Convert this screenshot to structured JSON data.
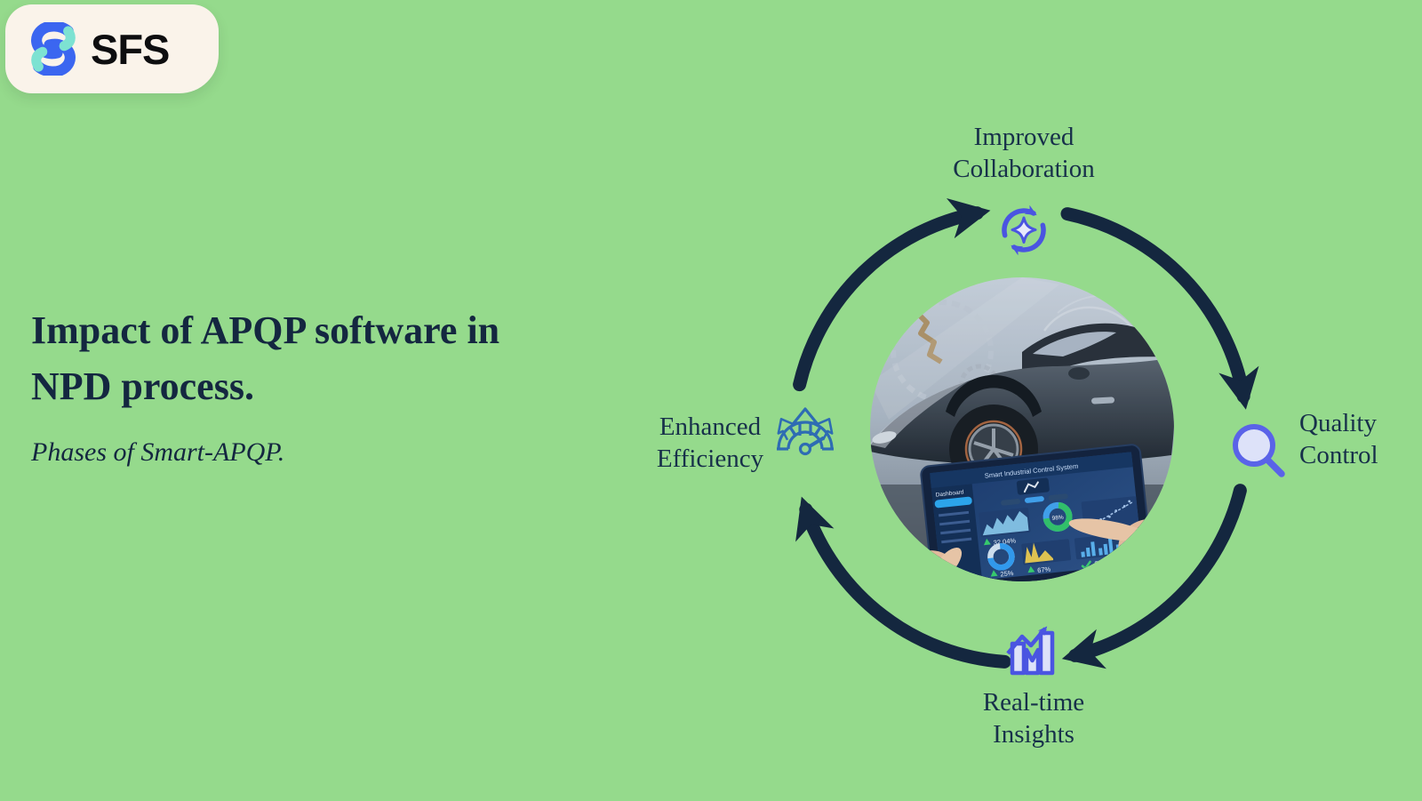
{
  "logo": {
    "text": "SFS"
  },
  "headline": {
    "title_lines": [
      "Impact of APQP software in",
      "NPD process."
    ],
    "subtitle": "Phases of Smart-APQP."
  },
  "cycle": {
    "direction": "clockwise",
    "nodes": [
      {
        "id": "improved-collaboration",
        "label_lines": [
          "Improved",
          "Collaboration"
        ],
        "icon": "sync-sparkle-icon"
      },
      {
        "id": "quality-control",
        "label_lines": [
          "Quality",
          "Control"
        ],
        "icon": "magnifying-glass-icon"
      },
      {
        "id": "real-time-insights",
        "label_lines": [
          "Real-time",
          "Insights"
        ],
        "icon": "bar-chart-trend-icon"
      },
      {
        "id": "enhanced-efficiency",
        "label_lines": [
          "Enhanced",
          "Efficiency"
        ],
        "icon": "gauge-growth-icon"
      }
    ]
  },
  "center_image": {
    "tablet_screen": {
      "header": "Smart Industrial Control System",
      "sidebar_title": "Dashboard",
      "stats": [
        {
          "id": "area-trend-stat",
          "value": "32.04%"
        },
        {
          "id": "quality-donut-stat",
          "value": "98%"
        },
        {
          "id": "blue-donut-stat",
          "value": "25%"
        },
        {
          "id": "yellow-bars-stat",
          "value": "67%"
        }
      ]
    }
  },
  "colors": {
    "background": "#95da8c",
    "navy": "#14273f",
    "indigo_icon": "#4a55e1",
    "icon_fill": "#dde2f9",
    "steel_blue_icon": "#2e6cb3",
    "logo_card": "#faf3ea",
    "logo_blue": "#3b66f0",
    "logo_teal": "#7de2d2"
  }
}
